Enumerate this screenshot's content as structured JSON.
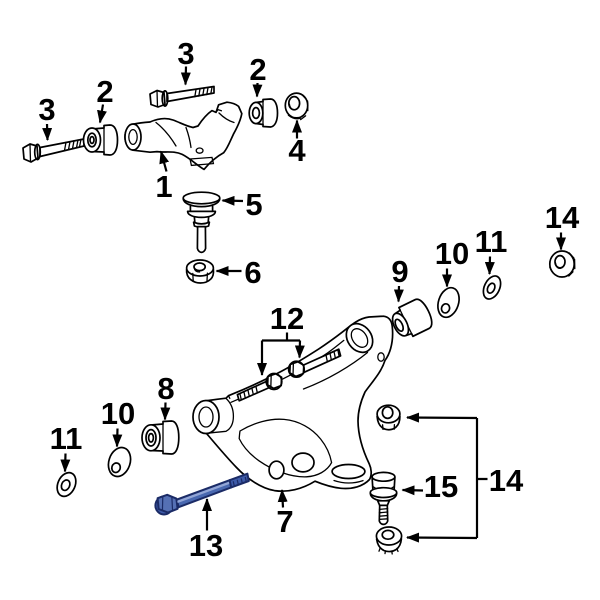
{
  "diagram": {
    "background": "#ffffff",
    "line_color": "#000000",
    "highlight_color": "#4968b0",
    "highlight_outline": "#1b2b66",
    "highlighted_callout": "13"
  },
  "callouts": [
    {
      "label": "3"
    },
    {
      "label": "2"
    },
    {
      "label": "3"
    },
    {
      "label": "2"
    },
    {
      "label": "4"
    },
    {
      "label": "1"
    },
    {
      "label": "5"
    },
    {
      "label": "6"
    },
    {
      "label": "14"
    },
    {
      "label": "11"
    },
    {
      "label": "10"
    },
    {
      "label": "9"
    },
    {
      "label": "12"
    },
    {
      "label": "8"
    },
    {
      "label": "10"
    },
    {
      "label": "11"
    },
    {
      "label": "13"
    },
    {
      "label": "7"
    },
    {
      "label": "15"
    },
    {
      "label": "14"
    }
  ]
}
